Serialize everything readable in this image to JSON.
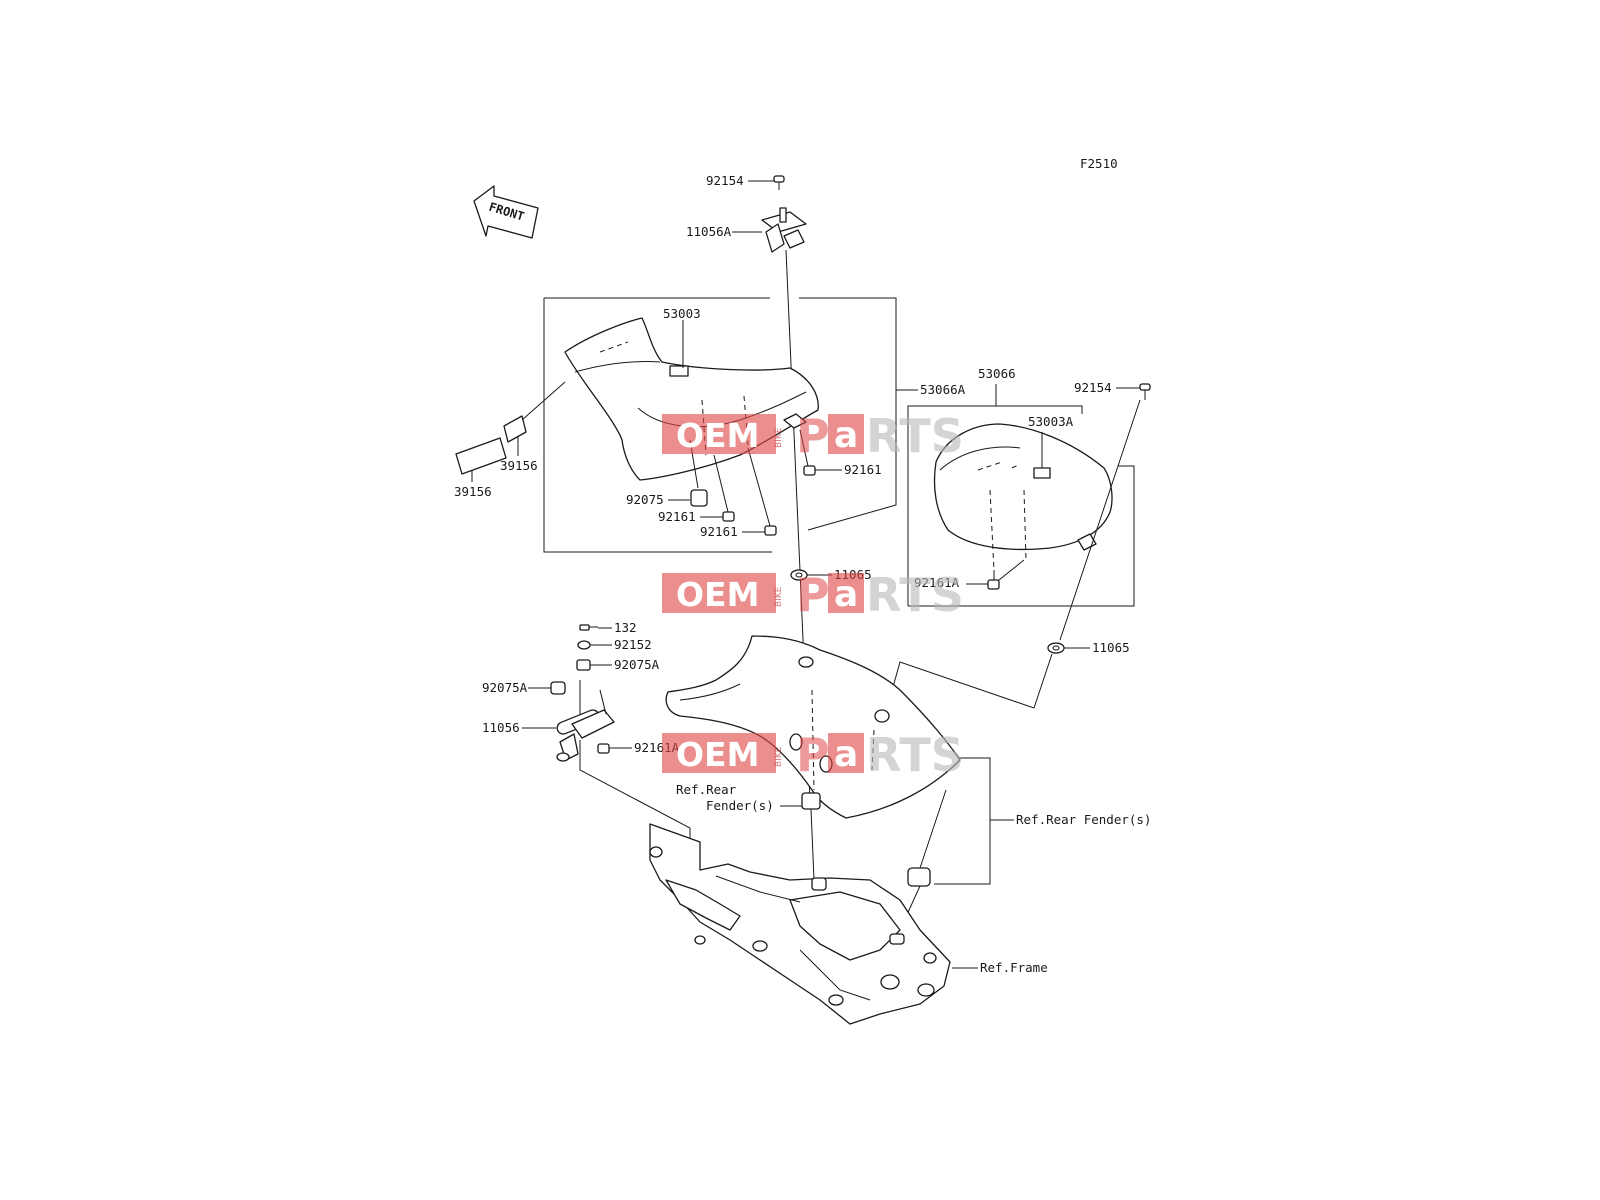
{
  "figure_code": "F2510",
  "front_arrow_label": "FRONT",
  "watermark": {
    "oem": "OEM",
    "bike": "BIKE",
    "p": "P",
    "a": "a",
    "rts": "RTS",
    "bar_color": "#e04848"
  },
  "labels": {
    "bolt_92154_top": "92154",
    "bracket_11056A": "11056A",
    "seat_cover_53003": "53003",
    "seat_assy_53066A": "53066A",
    "strap_39156_upper": "39156",
    "strap_39156_lower": "39156",
    "damper_92075": "92075",
    "nut_92161_a": "92161",
    "nut_92161_b": "92161",
    "nut_92161_c": "92161",
    "seat_assy_53066": "53066",
    "bolt_92154_right": "92154",
    "seat_cover_53003A": "53003A",
    "nut_92161A_right": "92161A",
    "grommet_11065_center": "11065",
    "grommet_11065_right": "11065",
    "bolt_132": "132",
    "washer_92152": "92152",
    "damper_92075A_upper": "92075A",
    "damper_92075A_left": "92075A",
    "bracket_11056": "11056",
    "nut_92161A_left": "92161A",
    "ref_rear_fender_left_1": "Ref.Rear",
    "ref_rear_fender_left_2": "Fender(s)",
    "ref_rear_fender_right": "Ref.Rear Fender(s)",
    "ref_frame": "Ref.Frame"
  }
}
